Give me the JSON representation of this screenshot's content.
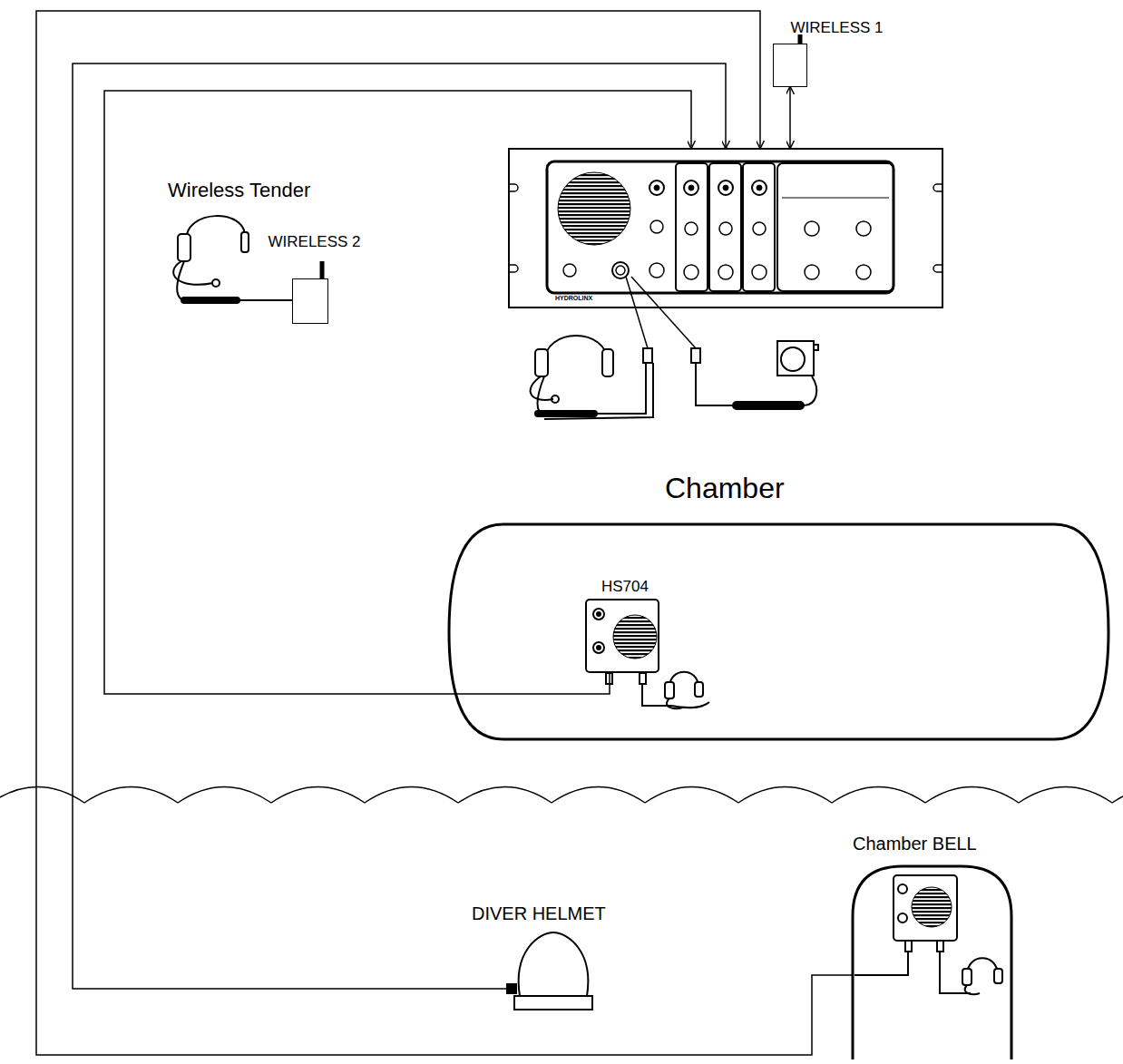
{
  "diagram": {
    "nodes": [
      {
        "text": [
          "HYDROLINX"
        ]
      },
      {
        "text": [
          "WIRELESS 1"
        ]
      },
      {
        "text": [
          "WIRELESS 2"
        ]
      },
      {
        "text": [
          "Chamber"
        ]
      },
      {
        "text": [
          "HS704"
        ],
        "in": 3
      },
      {
        "text": [
          "DIVER HELMET"
        ]
      },
      {
        "text": [
          "Chamber BELL"
        ]
      }
    ],
    "edges": [
      {
        "from": 4,
        "to": 0,
        "arrow": "to"
      },
      {
        "from": 5,
        "to": 0,
        "arrow": "to"
      },
      {
        "from": 6,
        "to": 0,
        "arrow": "to"
      },
      {
        "from": 1,
        "to": 0,
        "arrow": "both"
      }
    ],
    "labels": [
      "Wireless Tender"
    ]
  }
}
